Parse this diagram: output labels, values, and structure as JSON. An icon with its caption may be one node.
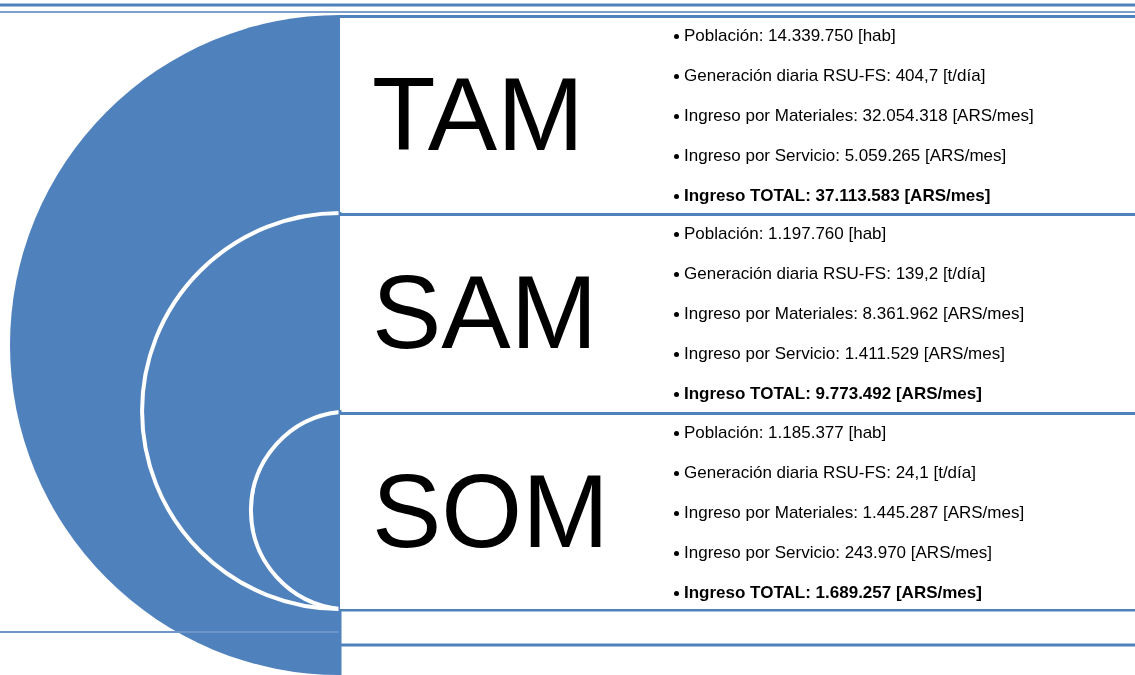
{
  "diagram": {
    "nodes": [
      {
        "text": [
          "TAM",
          "Población: 14.339.750 [hab]",
          "Generación diaria RSU-FS: 404,7 [t/día]",
          "Ingreso por Materiales: 32.054.318 [ARS/mes]",
          "Ingreso por Servicio: 5.059.265 [ARS/mes]",
          "Ingreso TOTAL: 37.113.583 [ARS/mes]"
        ]
      },
      {
        "text": [
          "SAM",
          "Población: 1.197.760 [hab]",
          "Generación diaria RSU-FS: 139,2 [t/día]",
          "Ingreso por Materiales: 8.361.962 [ARS/mes]",
          "Ingreso por Servicio: 1.411.529 [ARS/mes]",
          "Ingreso TOTAL: 9.773.492 [ARS/mes]"
        ]
      },
      {
        "text": [
          "SOM",
          "Población: 1.185.377 [hab]",
          "Generación diaria RSU-FS: 24,1 [t/día]",
          "Ingreso por Materiales: 1.445.287 [ARS/mes]",
          "Ingreso por Servicio: 243.970 [ARS/mes]",
          "Ingreso TOTAL: 1.689.257 [ARS/mes]"
        ]
      }
    ],
    "edges": []
  }
}
